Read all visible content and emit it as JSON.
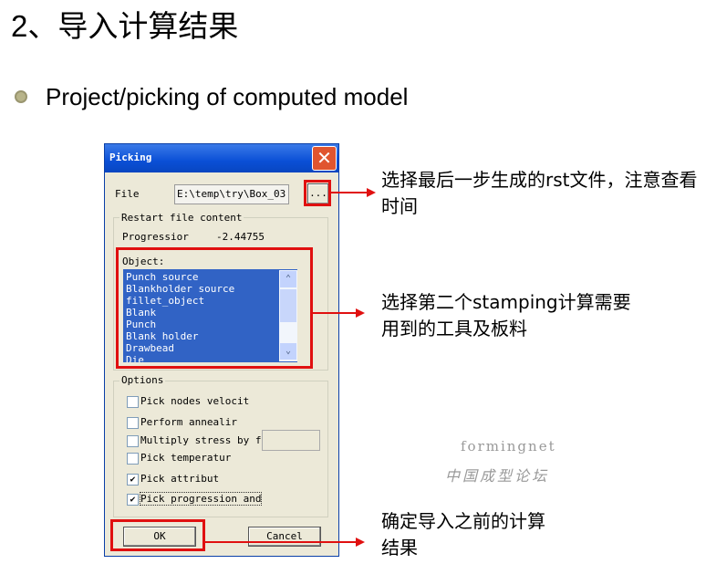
{
  "slide": {
    "title": "2、导入计算结果",
    "bullet": "Project/picking of computed model"
  },
  "dialog": {
    "title": "Picking",
    "close": "✕",
    "file_label": "File",
    "file_value": "E:\\temp\\try\\Box_03",
    "browse": "...",
    "restart_group": "Restart file content",
    "progression_label": "Progressior",
    "progression_value": "-2.44755",
    "object_label": "Object:",
    "objects": [
      "Punch source",
      "Blankholder source",
      "fillet_object",
      "Blank",
      "Punch",
      "Blank holder",
      "Drawbead",
      "Die"
    ],
    "options_group": "Options",
    "options": [
      {
        "label": "Pick nodes velocit",
        "checked": false
      },
      {
        "label": "Perform annealir",
        "checked": false
      },
      {
        "label": "Multiply stress by f",
        "checked": false
      },
      {
        "label": "Pick temperatur",
        "checked": false
      },
      {
        "label": "Pick attribut",
        "checked": true
      },
      {
        "label": "Pick progression and",
        "checked": true
      }
    ],
    "ok": "OK",
    "cancel": "Cancel"
  },
  "notes": [
    "选择最后一步生成的rst文件，注意查看时间",
    "选择第二个stamping计算需要用到的工具及板料",
    "确定导入之前的计算结果"
  ],
  "watermark": {
    "line1": "formingnet",
    "line2": "中国成型论坛"
  }
}
